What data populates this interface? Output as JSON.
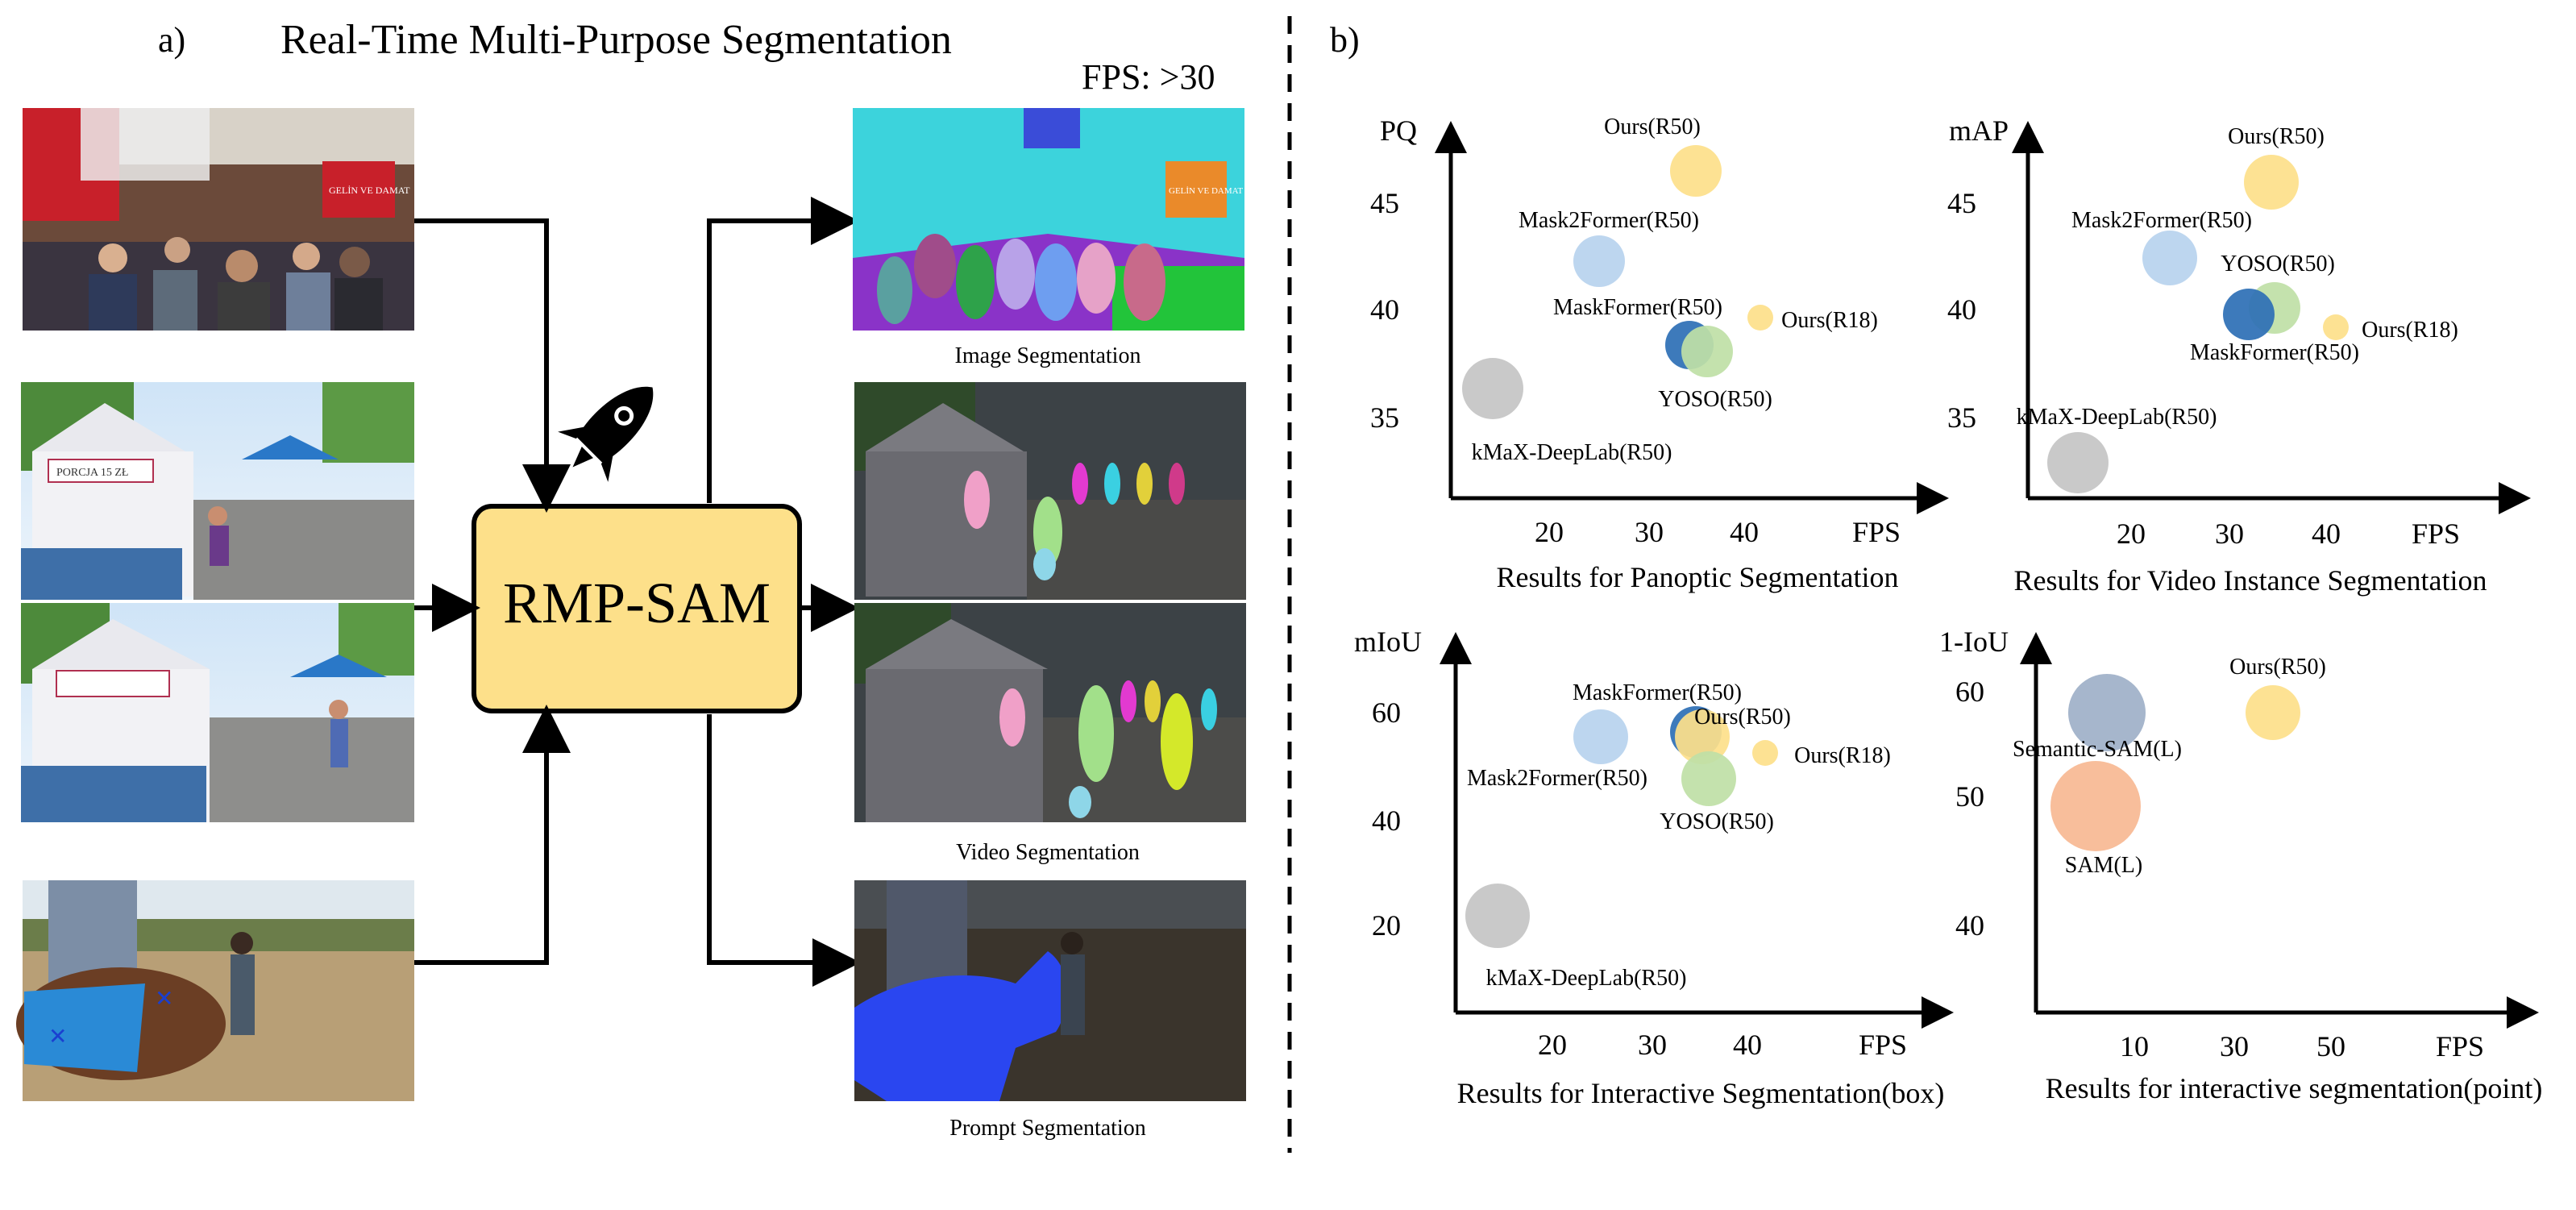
{
  "panel_a": {
    "label": "a)",
    "title": "Real-Time Multi-Purpose Segmentation",
    "fps": "FPS: >30",
    "center_box": "RMP-SAM",
    "rocket_icon": "rocket-icon",
    "output_captions": [
      "Image Segmentation",
      "Video Segmentation",
      "Prompt Segmentation"
    ],
    "shop_signs": [
      "GELİN VE DAMAT",
      "PORCJA 15 ZŁ",
      "GELİN VE DAMAT"
    ]
  },
  "panel_b": {
    "label": "b)",
    "charts": [
      {
        "id": "panoptic",
        "ylabel": "PQ",
        "xlabel": "FPS",
        "caption": "Results for Panoptic Segmentation",
        "yticks": [
          "45",
          "40",
          "35"
        ],
        "xticks": [
          "20",
          "30",
          "40"
        ],
        "points": [
          {
            "label": "Ours(R50)",
            "color": "#fde08a"
          },
          {
            "label": "Mask2Former(R50)",
            "color": "#b7d2ee"
          },
          {
            "label": "MaskFormer(R50)",
            "color": "#2d6fb5"
          },
          {
            "label": "YOSO(R50)",
            "color": "#bfe0a6"
          },
          {
            "label": "Ours(R18)",
            "color": "#fde08a"
          },
          {
            "label": "kMaX-DeepLab(R50)",
            "color": "#c4c4c4"
          }
        ]
      },
      {
        "id": "vis",
        "ylabel": "mAP",
        "xlabel": "FPS",
        "caption": "Results for Video Instance Segmentation",
        "yticks": [
          "45",
          "40",
          "35"
        ],
        "xticks": [
          "20",
          "30",
          "40"
        ],
        "points": [
          {
            "label": "Ours(R50)",
            "color": "#fde08a"
          },
          {
            "label": "Mask2Former(R50)",
            "color": "#b7d2ee"
          },
          {
            "label": "YOSO(R50)",
            "color": "#bfe0a6"
          },
          {
            "label": "MaskFormer(R50)",
            "color": "#2d6fb5"
          },
          {
            "label": "Ours(R18)",
            "color": "#fde08a"
          },
          {
            "label": "kMaX-DeepLab(R50)",
            "color": "#c4c4c4"
          }
        ]
      },
      {
        "id": "interactive_box",
        "ylabel": "mIoU",
        "xlabel": "FPS",
        "caption": "Results for Interactive Segmentation(box)",
        "yticks": [
          "60",
          "40",
          "20"
        ],
        "xticks": [
          "20",
          "30",
          "40"
        ],
        "points": [
          {
            "label": "MaskFormer(R50)",
            "color": "#2d6fb5"
          },
          {
            "label": "Ours(R50)",
            "color": "#fde08a"
          },
          {
            "label": "Ours(R18)",
            "color": "#fde08a"
          },
          {
            "label": "Mask2Former(R50)",
            "color": "#b7d2ee"
          },
          {
            "label": "YOSO(R50)",
            "color": "#bfe0a6"
          },
          {
            "label": "kMaX-DeepLab(R50)",
            "color": "#c4c4c4"
          }
        ]
      },
      {
        "id": "interactive_point",
        "ylabel": "1-IoU",
        "xlabel": "FPS",
        "caption": "Results for interactive segmentation(point)",
        "yticks": [
          "60",
          "50",
          "40"
        ],
        "xticks": [
          "10",
          "30",
          "50"
        ],
        "points": [
          {
            "label": "Ours(R50)",
            "color": "#fde08a"
          },
          {
            "label": "Semantic-SAM(L)",
            "color": "#9eb0c8"
          },
          {
            "label": "SAM(L)",
            "color": "#f7b892"
          }
        ]
      }
    ]
  }
}
